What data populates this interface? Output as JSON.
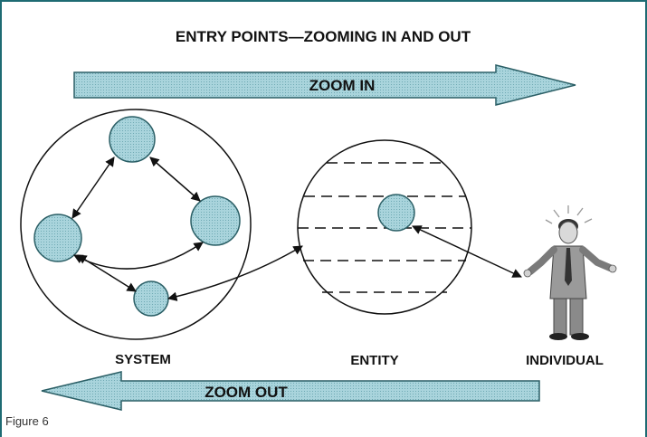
{
  "title": "ENTRY POINTS—ZOOMING IN AND OUT",
  "arrows": {
    "zoom_in": "ZOOM IN",
    "zoom_out": "ZOOM OUT"
  },
  "labels": {
    "system": "SYSTEM",
    "entity": "ENTITY",
    "individual": "INDIVIDUAL"
  },
  "caption": "Figure 6",
  "colors": {
    "frame": "#1e6b73",
    "node_fill": "#a9d4dc",
    "arrow_fill": "#a9d4dc",
    "ink": "#111111"
  }
}
